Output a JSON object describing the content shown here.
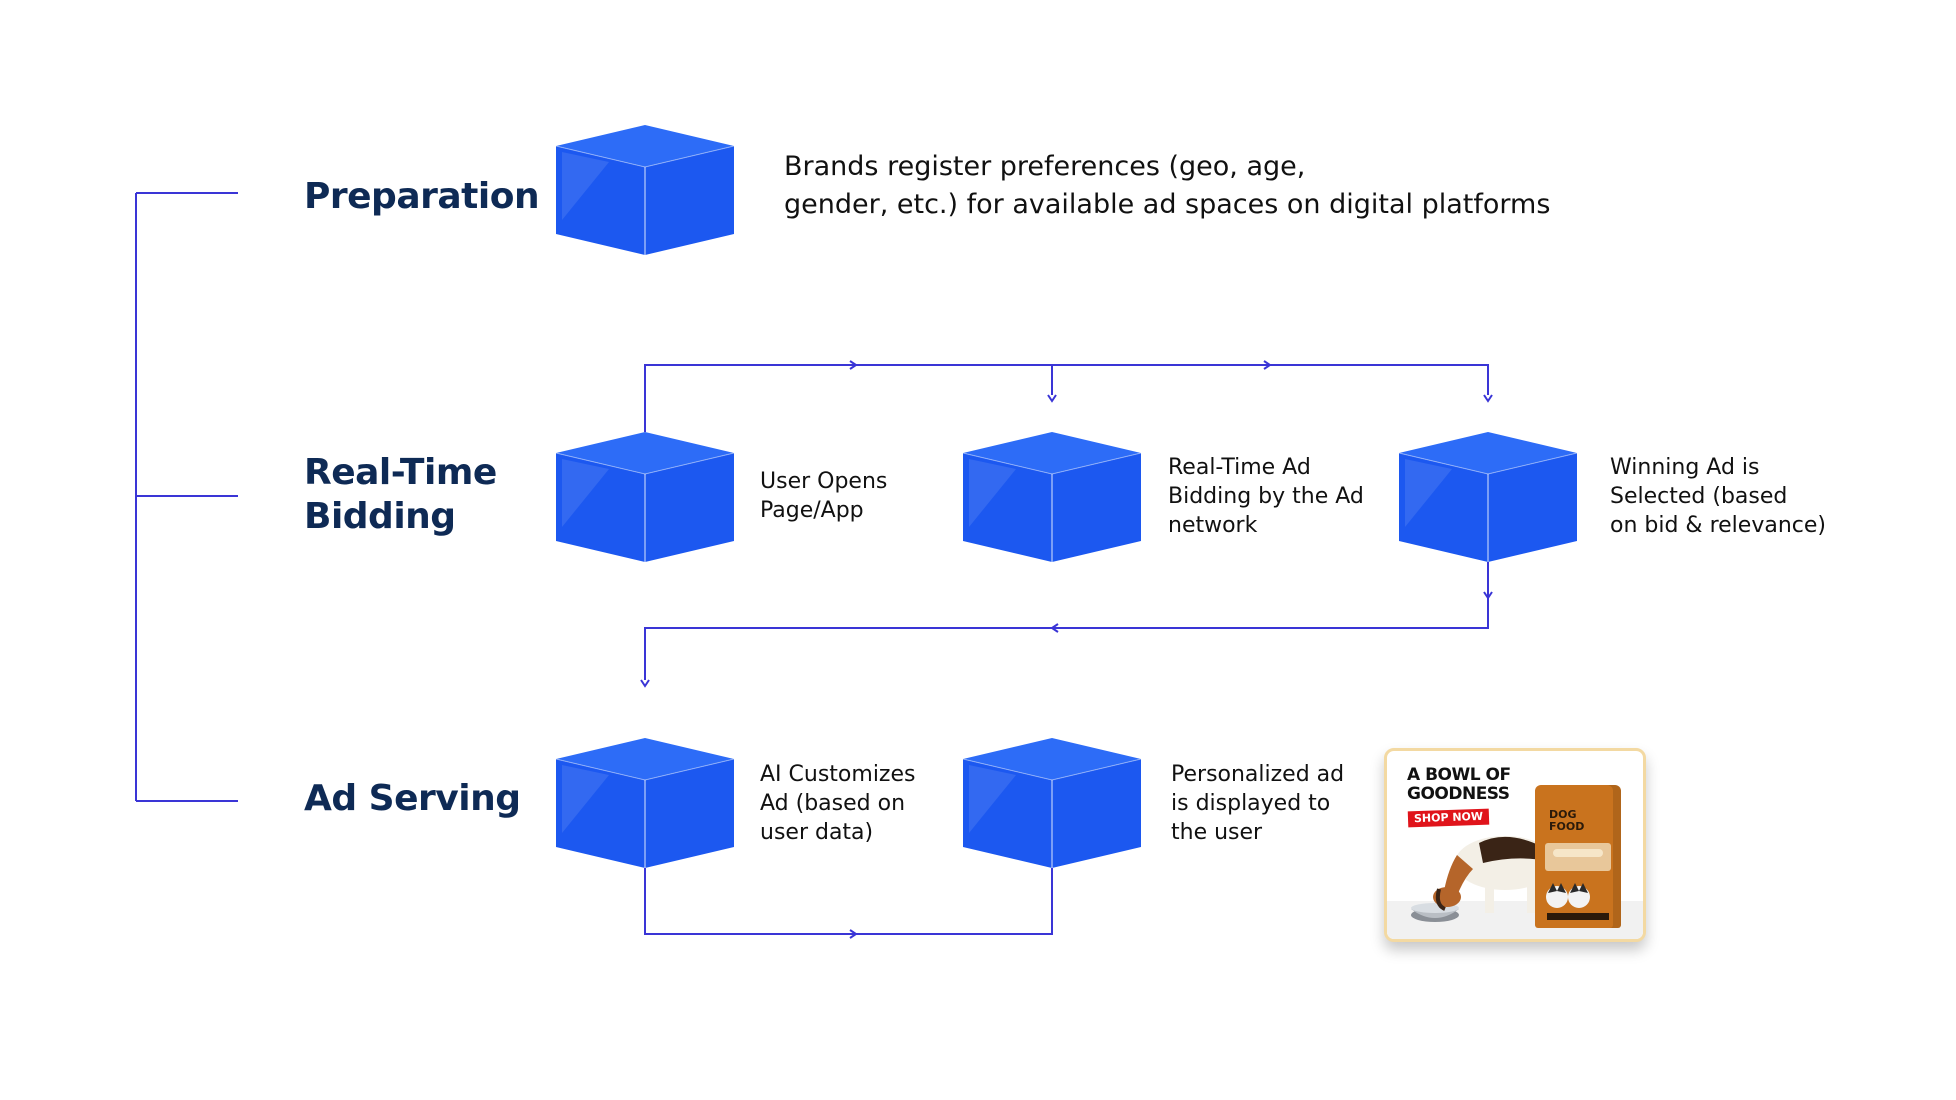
{
  "stages": [
    {
      "heading": "Preparation",
      "steps": [
        {
          "text": "Brands register preferences (geo, age,\ngender, etc.) for available ad spaces on digital platforms"
        }
      ]
    },
    {
      "heading": "Real-Time\nBidding",
      "steps": [
        {
          "text": "User Opens\nPage/App"
        },
        {
          "text": "Real-Time Ad\nBidding by the Ad\nnetwork"
        },
        {
          "text": "Winning Ad is\nSelected (based\non bid & relevance)"
        }
      ]
    },
    {
      "heading": "Ad Serving",
      "steps": [
        {
          "text": "AI Customizes\nAd (based on\nuser data)"
        },
        {
          "text": "Personalized ad\nis displayed to\nthe user"
        }
      ]
    }
  ],
  "ad_example": {
    "headline": "A BOWL OF\nGOODNESS",
    "cta": "SHOP NOW",
    "bag_brand": "DOG\nFOOD",
    "accent_color": "#e0141b",
    "bag_color": "#c9731e"
  },
  "colors": {
    "cube_face": "#1c58f0",
    "cube_top": "#2d6cf7",
    "connector": "#3a35d6",
    "heading": "#0e2a55"
  }
}
